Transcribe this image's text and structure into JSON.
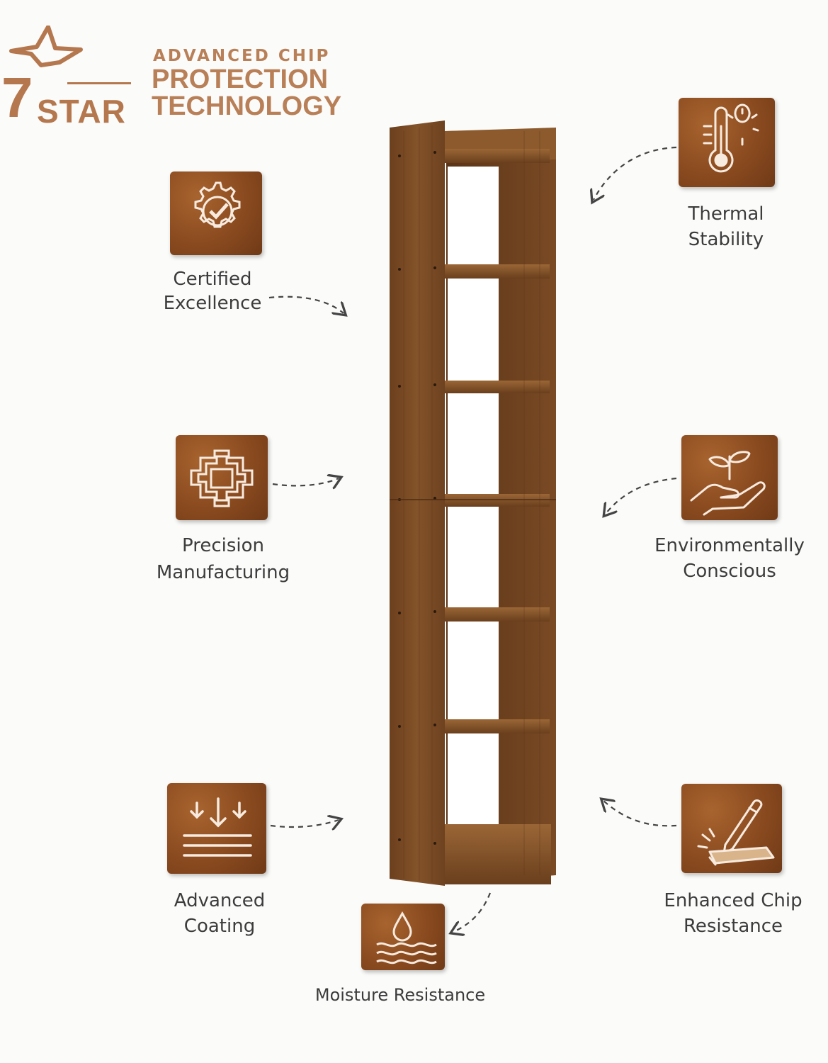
{
  "brand": {
    "number": "7",
    "word": "STAR",
    "tagline_line1": "ADVANCED CHIP",
    "tagline_line2": "PROTECTION",
    "tagline_line3": "TECHNOLOGY",
    "brand_color": "#b5784e"
  },
  "features": {
    "certified": {
      "line1": "Certified",
      "line2": "Excellence",
      "icon": "gear-check-icon"
    },
    "precision": {
      "line1": "Precision",
      "line2": "Manufacturing",
      "icon": "chip-icon"
    },
    "coating": {
      "line1": "Advanced",
      "line2": "Coating",
      "icon": "layers-arrows-icon"
    },
    "moisture": {
      "line1": "Moisture Resistance",
      "icon": "water-drop-icon"
    },
    "thermal": {
      "line1": "Thermal",
      "line2": "Stability",
      "icon": "thermometer-sun-icon"
    },
    "environment": {
      "line1": "Environmentally",
      "line2": "Conscious",
      "icon": "hand-plant-icon"
    },
    "chip": {
      "line1": "Enhanced Chip",
      "line2": "Resistance",
      "icon": "pen-board-icon"
    }
  },
  "colors": {
    "icon_tile": "#8a4a1f",
    "label_text": "#3c3c3c",
    "wood": "#7a4a24"
  }
}
